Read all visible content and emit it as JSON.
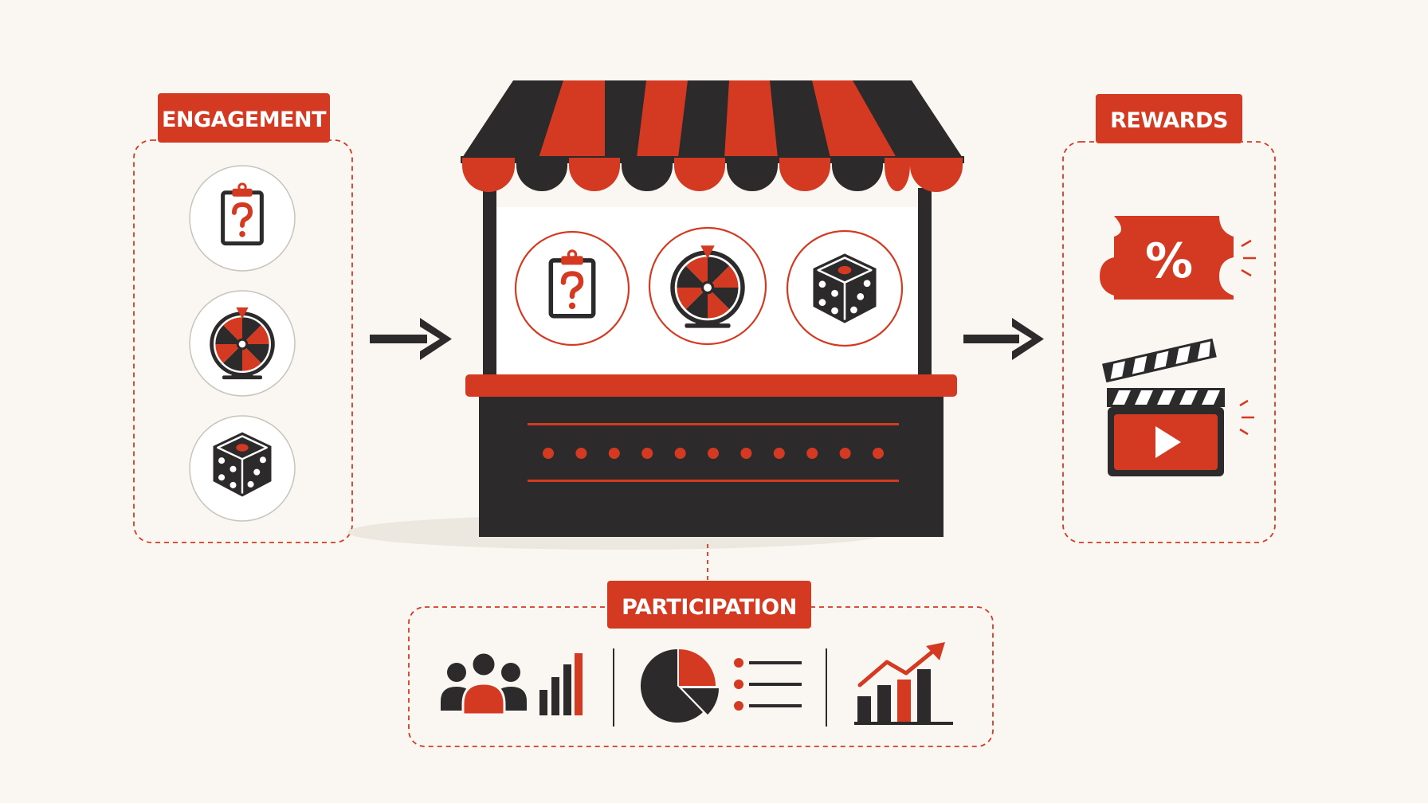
{
  "colors": {
    "background": "#faf7f2",
    "accent_red": "#d43a21",
    "dark": "#2c2a2b",
    "circle_stroke": "#c9c4bc",
    "shadow": "#ece7df",
    "white": "#ffffff"
  },
  "engagement": {
    "title": "ENGAGEMENT",
    "icons": [
      "quiz-clipboard-icon",
      "prize-wheel-icon",
      "dice-icon"
    ]
  },
  "booth": {
    "icons": [
      "quiz-clipboard-icon",
      "prize-wheel-icon",
      "dice-icon"
    ],
    "dot_count": 11
  },
  "rewards": {
    "title": "REWARDS",
    "icons": [
      "discount-coupon-icon",
      "video-clapperboard-icon"
    ]
  },
  "participation": {
    "title": "PARTICIPATION",
    "icons": [
      "audience-bar-chart-icon",
      "pie-chart-list-icon",
      "growth-chart-icon"
    ]
  }
}
